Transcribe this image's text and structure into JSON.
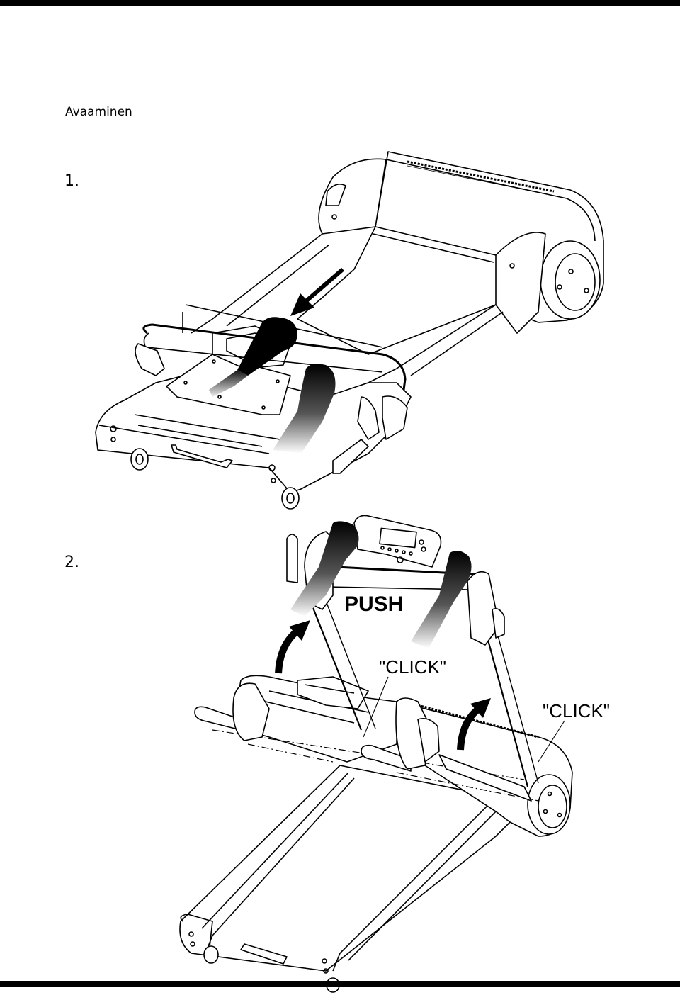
{
  "header": {
    "title": "Avaaminen"
  },
  "steps": [
    {
      "number": "1."
    },
    {
      "number": "2.",
      "labels": {
        "push": "PUSH",
        "click_left": "\"CLICK\"",
        "click_right": "\"CLICK\""
      }
    }
  ],
  "icons": [
    "treadmill-folded-illustration",
    "treadmill-unfolding-illustration",
    "hand-icon",
    "arrow-icon"
  ]
}
